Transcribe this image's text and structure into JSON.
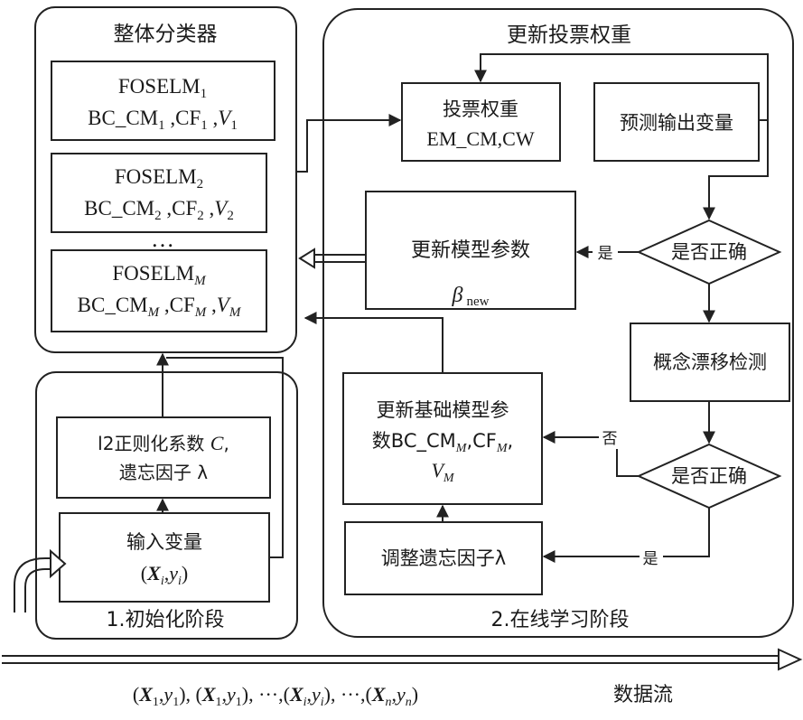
{
  "panels": {
    "ensemble": {
      "title": "整体分类器"
    },
    "update": {
      "title": "更新投票权重"
    },
    "init": {
      "title": "1.初始化阶段"
    },
    "online": {
      "title": "2.在线学习阶段"
    }
  },
  "ensemble": {
    "m1": {
      "line1": {
        "base": "FOSELM",
        "sub": "1"
      },
      "line2": {
        "p1": "BC_CM",
        "s1": "1",
        "p2": " ,CF",
        "s2": "1",
        "p3": " ,",
        "v": "V",
        "s3": "1"
      }
    },
    "m2": {
      "line1": {
        "base": "FOSELM",
        "sub": "2"
      },
      "line2": {
        "p1": "BC_CM",
        "s1": "2",
        "p2": " ,CF",
        "s2": "2",
        "p3": " ,",
        "v": "V",
        "s3": "2"
      }
    },
    "ellipsis": "…",
    "mM": {
      "line1": {
        "base": "FOSELM",
        "sub": "M"
      },
      "line2": {
        "p1": "BC_CM",
        "s1": "M",
        "p2": " ,CF",
        "s2": "M",
        "p3": " ,",
        "v": "V",
        "s3": "M"
      }
    }
  },
  "vote": {
    "line1": "投票权重",
    "line2": "EM_CM,CW"
  },
  "predict": {
    "label": "预测输出变量"
  },
  "check1": {
    "label": "是否正确"
  },
  "check2": {
    "label": "是否正确"
  },
  "update_params": {
    "line1": "更新模型参数",
    "beta": "β",
    "beta_sub": "new"
  },
  "drift": {
    "label": "概念漂移检测"
  },
  "update_base": {
    "line1": "更新基础模型参",
    "line2_prefix": "数BC_CM",
    "line2_s1": "M",
    "line2_mid": ",CF",
    "line2_s2": "M",
    "line2_end": ",",
    "line3_v": "V",
    "line3_s": "M"
  },
  "adjust": {
    "label": "调整遗忘因子λ"
  },
  "params": {
    "line1_text": "l2正则化系数 ",
    "line1_var": "C",
    "line1_end": ",",
    "line2": "遗忘因子 λ"
  },
  "input": {
    "line1": "输入变量",
    "line2_open": "(",
    "line2_X": "X",
    "line2_i": "i",
    "line2_comma": ",",
    "line2_y": "y",
    "line2_yi": "i",
    "line2_close": ")"
  },
  "edges": {
    "yes1": "是",
    "no": "否",
    "yes2": "是"
  },
  "stream": {
    "label": "数据流",
    "sequence": {
      "s1": "(",
      "X1": "X",
      "X1s": "1",
      "c1": ",",
      "y1": "y",
      "y1s": "1",
      "e1": "), (",
      "X2": "X",
      "X2s": "1",
      "c2": ",",
      "y2": "y",
      "y2s": "1",
      "e2": "), ···,(",
      "Xi": "X",
      "Xis": "i",
      "c3": ",",
      "yi": "y",
      "yis": "i",
      "e3": "), ···,(",
      "Xn": "X",
      "Xns": "n",
      "c4": ",",
      "yn": "y",
      "yns": "n",
      "e4": ")"
    }
  }
}
